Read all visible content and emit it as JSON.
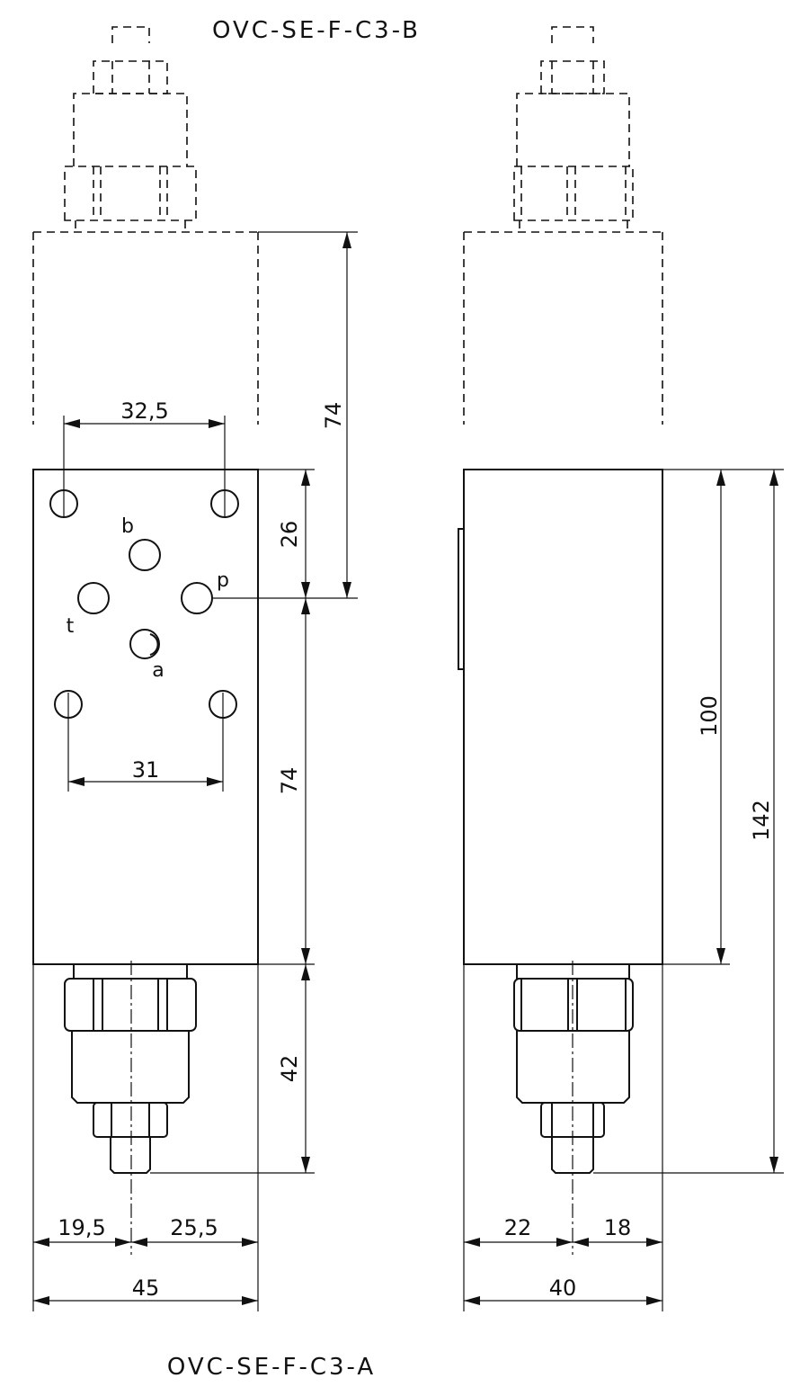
{
  "titles": {
    "top": "OVC-SE-F-C3-B",
    "bottom": "OVC-SE-F-C3-A"
  },
  "front_view": {
    "ports": {
      "b": "b",
      "p": "p",
      "t": "t",
      "a": "a"
    },
    "dims": {
      "top_bolt_spacing": "32,5",
      "bottom_bolt_spacing": "31",
      "upper_height": "26",
      "lower_height": "74",
      "solenoid_height": "74",
      "plug_height": "42",
      "left_offset": "19,5",
      "right_offset": "25,5",
      "total_width": "45"
    }
  },
  "side_view": {
    "dims": {
      "body_height": "100",
      "total_height": "142",
      "left_offset": "22",
      "right_offset": "18",
      "total_width": "40"
    }
  }
}
